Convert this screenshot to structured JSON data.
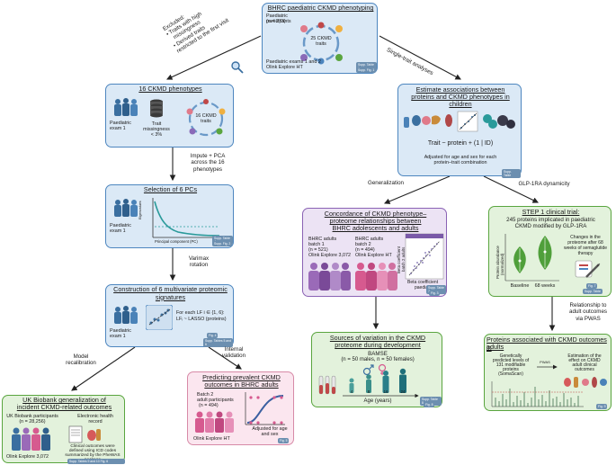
{
  "top": {
    "title": "BHRC paediatric CKMD phenotyping",
    "participants": "Paediatric participants",
    "n": "(n = 273)",
    "traits": "25 CKMD traits",
    "exams": "Paediatric exams 1 and 2",
    "platform": "Olink Explore HT",
    "tag1": "Supp. Table 1",
    "tag2": "Supp. Fig. 1"
  },
  "excluded": {
    "line1": "Excluded:",
    "line2": "• Traits with high",
    "line3": "missingness",
    "line4": "• Derived traits",
    "line5": "restricted to the first visit"
  },
  "single_trait": "Single-trait analyses",
  "phen16": {
    "title": "16 CKMD phenotypes",
    "exam": "Paediatric exam 1",
    "missing1": "Trait",
    "missing2": "missingness",
    "missing3": "< 3%",
    "traits": "16 CKMD traits"
  },
  "impute": {
    "line1": "Impute + PCA",
    "line2": "across the 16",
    "line3": "phenotypes"
  },
  "pcs": {
    "title": "Selection of 6 PCs",
    "exam": "Paediatric exam 1",
    "ylabel": "Eigenvalues",
    "xlabel": "Principal component (PC)",
    "tag1": "Supp. Table 4",
    "tag2": "Supp. Fig. 2"
  },
  "varimax": {
    "line1": "Varimax",
    "line2": "rotation"
  },
  "signatures": {
    "title": "Construction of 6 multivariate proteomic signatures",
    "exam": "Paediatric exam 1",
    "formula1": "For each LF i ∈ {1, 6}:",
    "formula2": "LFᵢ ~ LASSO (proteins)",
    "tag1": "Fig. 4",
    "tag2": "Supp. Tables 5 and 6"
  },
  "model_recal": {
    "line1": "Model",
    "line2": "recalibration"
  },
  "internal_val": {
    "line1": "Internal",
    "line2": "validation"
  },
  "ukb": {
    "title1": "UK Biobank generalization of",
    "title2": "incident CKMD-related outcomes",
    "participants": "UK Biobank participants",
    "n": "(n = 28,256)",
    "ehr1": "Electronic health",
    "ehr2": "record",
    "clinical1": "Clinical outcomes were",
    "clinical2": "defined using ICD codes",
    "clinical3": "summarized by the PheWAS",
    "clinical4": "package",
    "platform": "Olink Explore 3,072",
    "tag": "Supp. Tables 9 and 10 Fig. 6"
  },
  "prevalent": {
    "title1": "Predicting prevalent CKMD",
    "title2": "outcomes in BHRC adults",
    "batch1": "Batch 2",
    "batch2": "adult participants",
    "n": "(n = 494)",
    "adjust1": "Adjusted for age",
    "adjust2": "and sex",
    "platform": "Olink Explore HT",
    "tag": "Fig. 5"
  },
  "estimate": {
    "title1": "Estimate associations between",
    "title2": "proteins and CKMD phenotypes in",
    "title3": "children",
    "formula": "Trait ~ protein + (1 | ID)",
    "adjust1": "Adjusted for age and sex for each",
    "adjust2": "protein–trait combination",
    "tag": "Supp. Table"
  },
  "generalization": "Generalization",
  "glp_dyn": "GLP-1RA dynamicity",
  "concordance": {
    "title1": "Concordance of CKMD phenotype–",
    "title2": "proteome relationships between",
    "title3": "BHRC adolescents and adults",
    "b1_1": "BHRC adults",
    "b1_2": "batch 1",
    "b1_3": "(n = 521)",
    "b1_4": "Olink Explore 3,072",
    "b2_1": "BHRC adults",
    "b2_2": "batch 2",
    "b2_3": "(n = 494)",
    "b2_4": "Olink Explore HT",
    "yl1": "Beta coefficient",
    "yl2": "batch 2 adults",
    "xl1": "Beta coefficient",
    "xl2": "paediatric",
    "tag1": "Supp. Table 7",
    "tag2": "Fig. 3"
  },
  "step1": {
    "title": "STEP 1 clinical trial:",
    "sub1": "245 proteins implicated in paediatric",
    "sub2": "CKMD modified by GLP-1RA",
    "yl1": "Protein abundance",
    "yl2": "(normalized)",
    "x1": "Baseline",
    "x2": "68 weeks",
    "changes1": "Changes in the",
    "changes2": "proteome after 68",
    "changes3": "weeks of semaglutide",
    "changes4": "therapy",
    "tag1": "Fig. 7",
    "tag2": "Supp. Table"
  },
  "relationship": {
    "line1": "Relationship to",
    "line2": "adult outcomes",
    "line3": "via PWAS"
  },
  "sources": {
    "title1": "Sources of variation in the CKMD",
    "title2": "proteome during development",
    "cohort": "BAMSE",
    "n": "(n = 50 males, n = 50 females)",
    "ages": [
      "4",
      "8",
      "16",
      "24"
    ],
    "xlabel": "Age (years)",
    "tag1": "Supp. Table 8",
    "tag2": "Fig. 8"
  },
  "pwas": {
    "title1": "Proteins associated with CKMD outcomes in",
    "title2": "adults",
    "gen1": "Genetically",
    "gen2": "predicted levels of",
    "gen3": "131 modifiable",
    "gen4": "proteins",
    "gen5": "(SomaScan)",
    "pwas": "PWAS",
    "est1": "Estimation of the",
    "est2": "effect on CKMD",
    "est3": "adult clinical",
    "est4": "outcomes",
    "tag": "Fig. 9"
  },
  "colors": {
    "blue_box": "#dbe9f6",
    "green_box": "#e3f2dc",
    "purple_box": "#ece3f4",
    "pink_box": "#fbe6ef",
    "person_blue": "#3a6fa0",
    "person_purple": "#9a6ab8",
    "person_pink": "#d65a8f",
    "violin_green": "#4f9f3a"
  }
}
